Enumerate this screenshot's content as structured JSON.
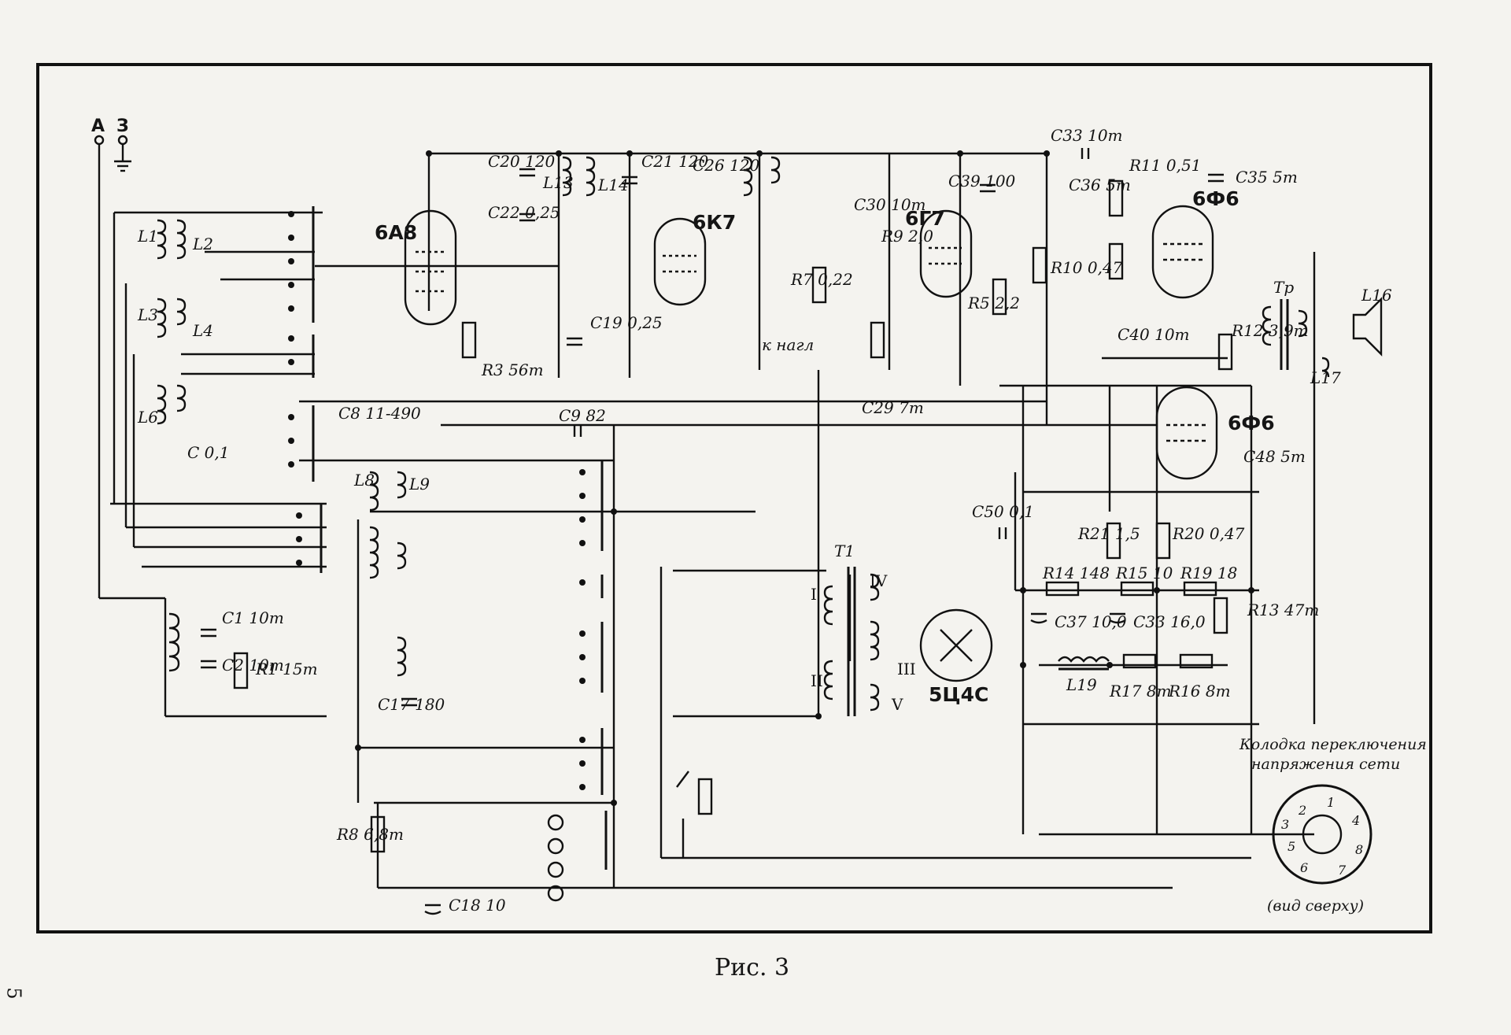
{
  "figure": {
    "caption": "Рис. 3",
    "page_number": "5"
  },
  "terminals": {
    "antenna": "А",
    "ground": "З"
  },
  "tubes": {
    "converter": "6А8",
    "if_amplifier": "6К7",
    "detector": "6Г7",
    "output_1": "6Ф6",
    "output_2": "6Ф6",
    "rectifier": "5Ц4С"
  },
  "components": {
    "c20": "C20 120",
    "c22": "C22 0,25",
    "c21": "C21 120",
    "c26": "C26 120",
    "c19": "C19 0,25",
    "c39": "C39 100",
    "c33top": "C33 10т",
    "c36": "C36 5т",
    "c35": "C35 5т",
    "c48": "C48 5т",
    "c40": "C40 10т",
    "c30": "C30 10т",
    "c29": "C29 7т",
    "c9": "C9 82",
    "c8": "C8 11-490",
    "c50": "C50 0,1",
    "c37": "C37 10,0",
    "c33": "C33 16,0",
    "c18": "C18 10",
    "c17": "C17 180",
    "c1": "C1 10т",
    "c2": "C2 10т",
    "c": "C 0,1",
    "r1": "R1 15т",
    "r3": "R3 56т",
    "r8": "R8 6,8т",
    "r7": "R7 0,22",
    "r9": "R9 2,0",
    "r5": "R5 2,2",
    "r10": "R10 0,47",
    "r11": "R11 0,51",
    "r12": "R12 3,9т",
    "r21": "R21 1,5",
    "r20": "R20 0,47",
    "r14": "R14 148",
    "r15": "R15 10",
    "r19": "R19 18",
    "r13": "R13 47т",
    "r17": "R17 8т",
    "r16": "R16 8т",
    "l1": "L1",
    "l2": "L2",
    "l3": "L3",
    "l4": "L4",
    "l6": "L6",
    "l8": "L8",
    "l9": "L9",
    "l13": "L13",
    "l14": "L14",
    "l16": "L16",
    "l17": "L17",
    "l19": "L19",
    "t1": "T1",
    "tr2": "Tр",
    "knob": "к нагл"
  },
  "transformer_windings": [
    "I",
    "II",
    "III",
    "IV",
    "V"
  ],
  "switch_block": {
    "title_line1": "Колодка переключения",
    "title_line2": "напряжения сети",
    "view_note": "(вид сверху)",
    "pins": [
      "1",
      "2",
      "3",
      "4",
      "5",
      "6",
      "7",
      "8"
    ]
  }
}
